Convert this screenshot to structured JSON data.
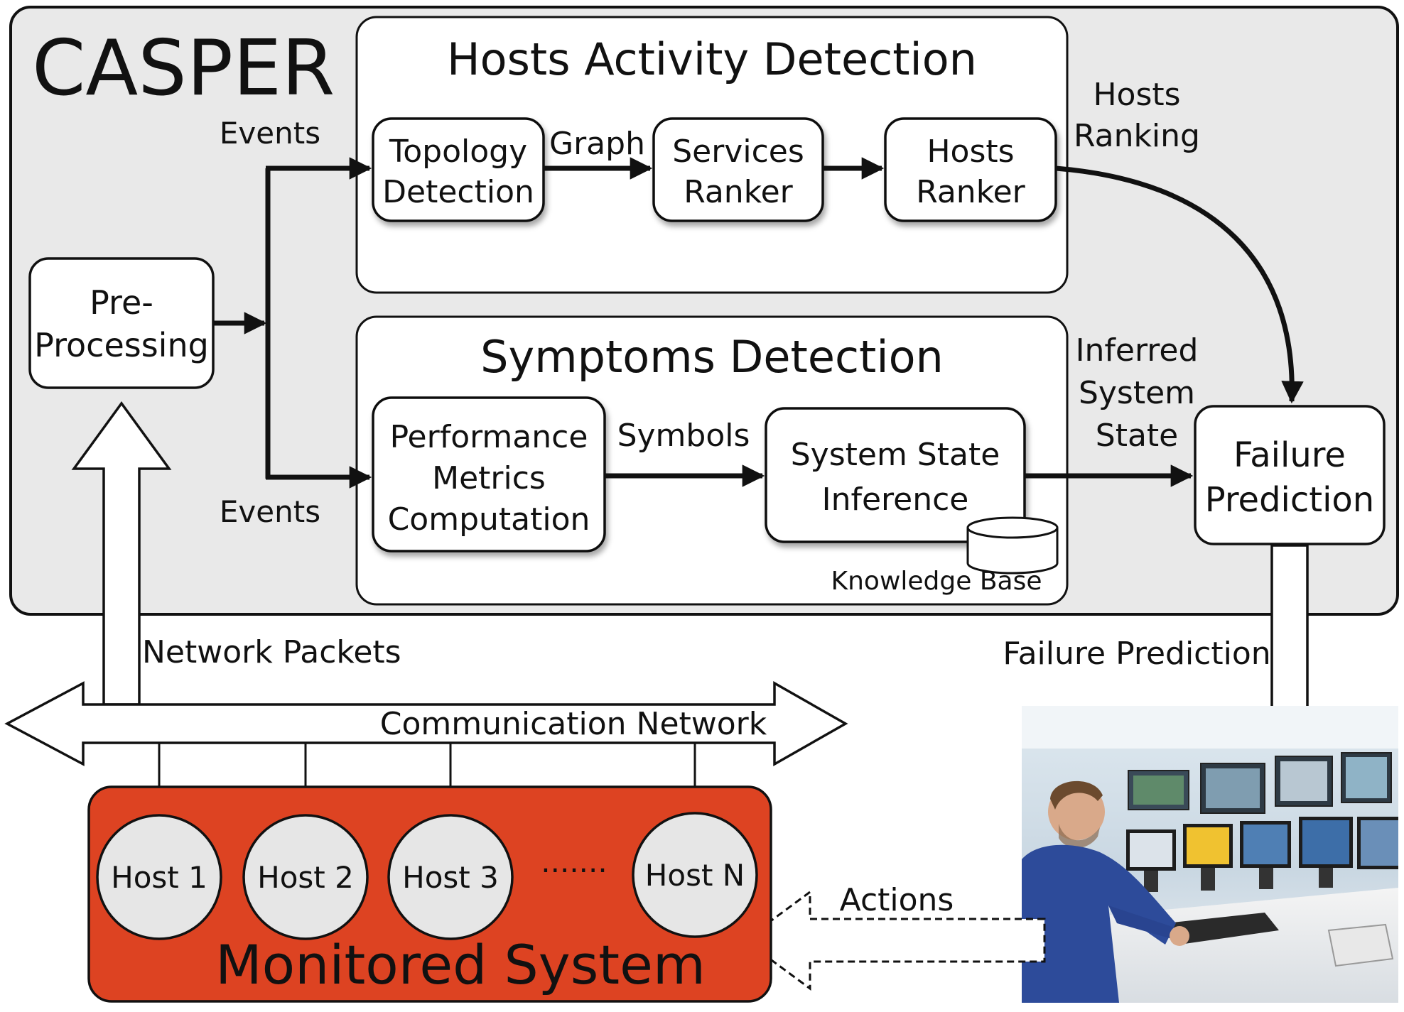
{
  "colors": {
    "casper_panel": "#e9e9e9",
    "box_fill": "#ffffff",
    "stroke": "#111111",
    "monitored_system": "#dd4322",
    "host_fill": "#e6e6e6"
  },
  "casper": {
    "title": "CASPER"
  },
  "hosts_activity": {
    "title": "Hosts Activity Detection",
    "topology": [
      "Topology",
      "Detection"
    ],
    "services_ranker": [
      "Services",
      "Ranker"
    ],
    "hosts_ranker": [
      "Hosts",
      "Ranker"
    ],
    "graph_label": "Graph"
  },
  "symptoms": {
    "title": "Symptoms Detection",
    "metrics": [
      "Performance",
      "Metrics",
      "Computation"
    ],
    "symbols_label": "Symbols",
    "inference": [
      "System State",
      "Inference"
    ],
    "knowledge_base": "Knowledge Base"
  },
  "preprocessing": [
    "Pre-",
    "Processing"
  ],
  "labels": {
    "events_top": "Events",
    "events_bottom": "Events",
    "hosts_ranking": [
      "Hosts",
      "Ranking"
    ],
    "inferred_state": [
      "Inferred",
      "System",
      "State"
    ],
    "network_packets": "Network Packets",
    "failure_prediction_flow": "Failure Prediction",
    "actions": "Actions",
    "dots": "·······"
  },
  "failure_prediction": [
    "Failure",
    "Prediction"
  ],
  "network": {
    "label": "Communication Network"
  },
  "monitored": {
    "title": "Monitored System",
    "hosts": [
      "Host 1",
      "Host 2",
      "Host 3",
      "Host N"
    ]
  },
  "operator_photo": {
    "icon": "operator-control-room-icon"
  }
}
